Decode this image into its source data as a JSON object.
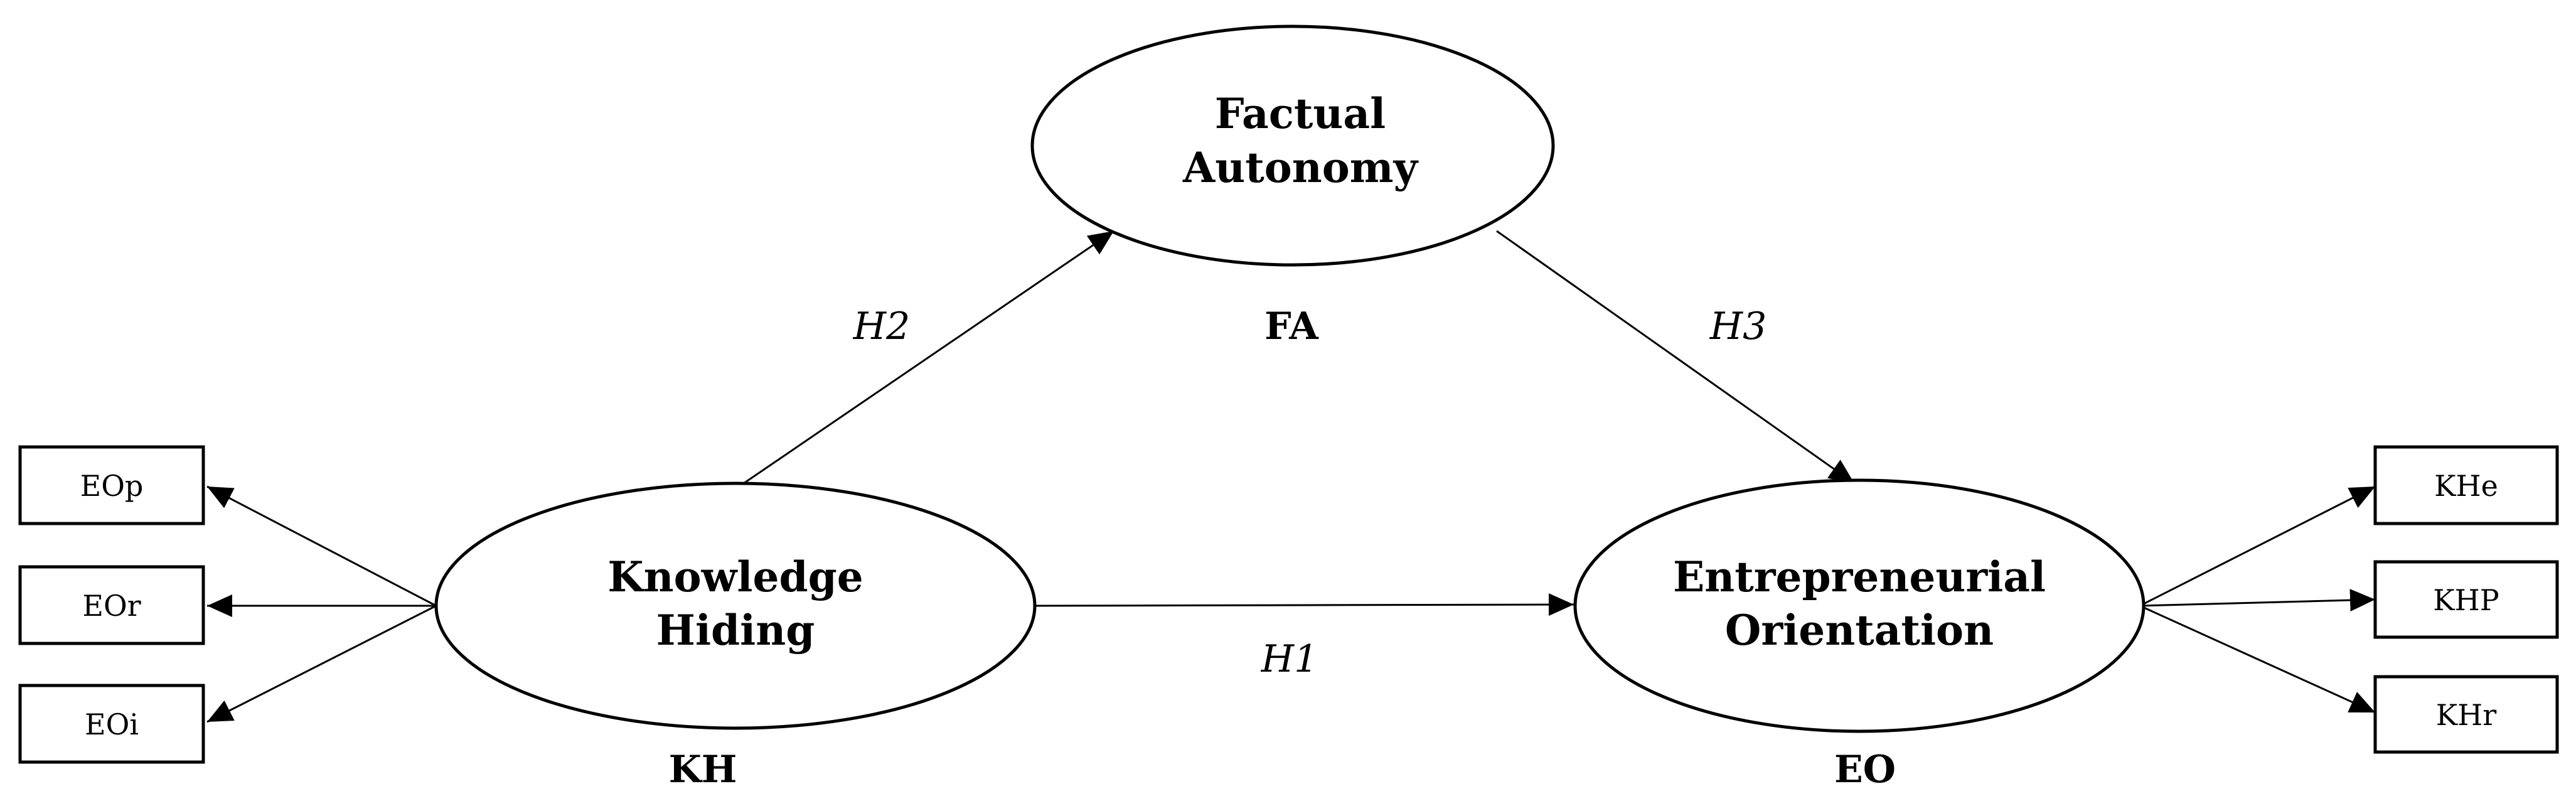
{
  "constructs": {
    "fa": {
      "line1": "Factual",
      "line2": "Autonomy",
      "abbr": "FA"
    },
    "kh": {
      "line1": "Knowledge",
      "line2": "Hiding",
      "abbr": "KH"
    },
    "eo": {
      "line1": "Entrepreneurial",
      "line2": "Orientation",
      "abbr": "EO"
    }
  },
  "hypotheses": {
    "h1": "H1",
    "h2": "H2",
    "h3": "H3"
  },
  "indicators_left": [
    "EOp",
    "EOr",
    "EOi"
  ],
  "indicators_right": [
    "KHe",
    "KHP",
    "KHr"
  ],
  "colors": {
    "stroke": "#000000",
    "background": "#ffffff"
  }
}
